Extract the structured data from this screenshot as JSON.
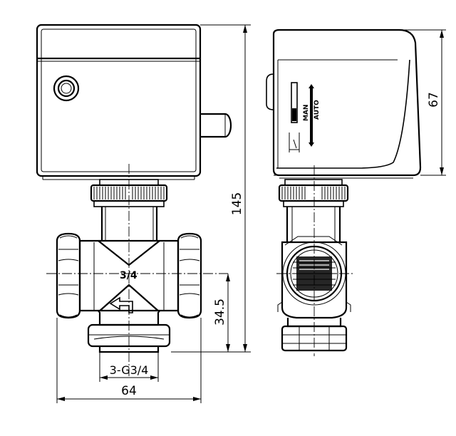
{
  "dimensions": {
    "overall_height": "145",
    "actuator_height": "67",
    "axis_height": "34.5",
    "total_width": "64",
    "thread": "3-G3/4"
  },
  "markings": {
    "size": "3/4",
    "manual": "MAN",
    "auto": "AUTO"
  }
}
